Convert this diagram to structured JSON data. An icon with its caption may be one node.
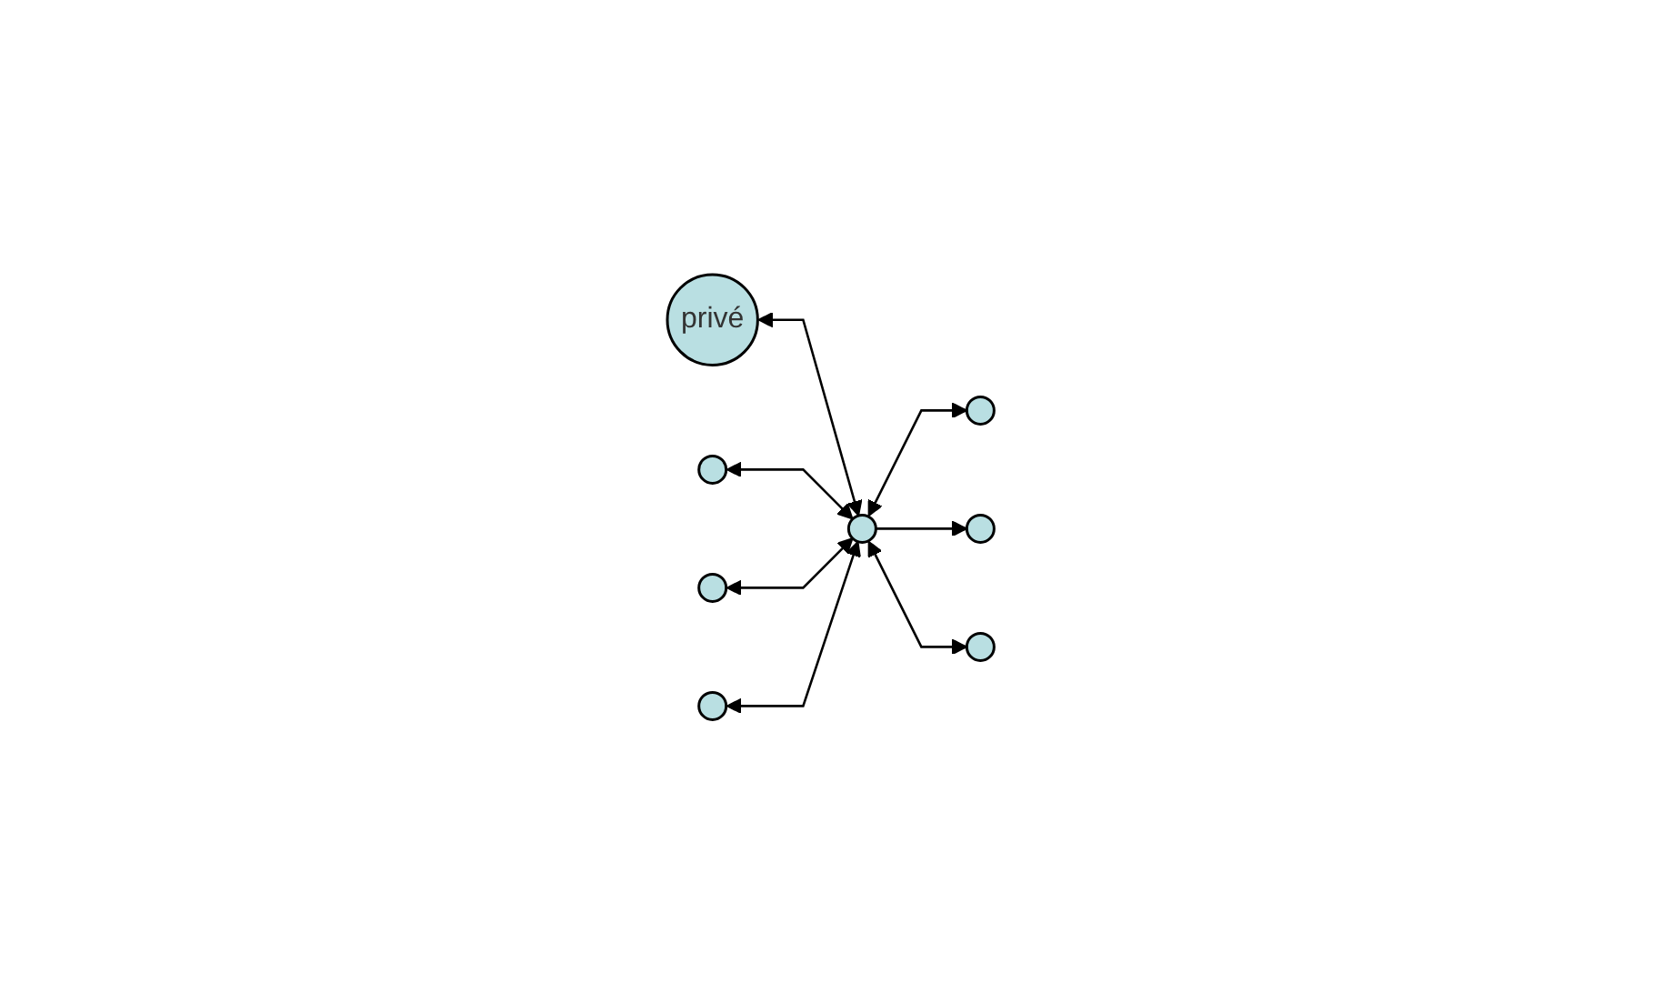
{
  "diagram": {
    "nodes": [
      {
        "text": [
          "privé"
        ]
      },
      {
        "text": [],
        "shape": "circle"
      },
      {
        "text": [],
        "shape": "circle"
      },
      {
        "text": [],
        "shape": "circle"
      },
      {
        "text": [],
        "shape": "circle"
      },
      {
        "text": [],
        "shape": "circle"
      },
      {
        "text": [],
        "shape": "circle"
      },
      {
        "text": [],
        "shape": "circle"
      }
    ],
    "edges": [
      {
        "from": 0,
        "to": 3,
        "arrow": "both"
      },
      {
        "from": 1,
        "to": 3,
        "arrow": "both"
      },
      {
        "from": 3,
        "to": 2,
        "arrow": "both"
      },
      {
        "from": 3,
        "to": 4,
        "arrow": "to"
      },
      {
        "from": 5,
        "to": 3,
        "arrow": "both"
      },
      {
        "from": 6,
        "to": 3,
        "arrow": "both"
      },
      {
        "from": 3,
        "to": 7,
        "arrow": "both"
      }
    ]
  }
}
